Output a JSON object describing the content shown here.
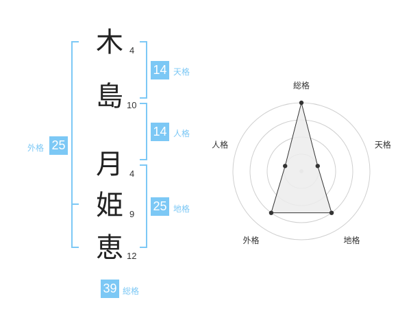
{
  "name": {
    "chars": [
      {
        "char": "木",
        "strokes": "4"
      },
      {
        "char": "島",
        "strokes": "10"
      },
      {
        "char": "月",
        "strokes": "4"
      },
      {
        "char": "姫",
        "strokes": "9"
      },
      {
        "char": "恵",
        "strokes": "12"
      }
    ]
  },
  "fortune": {
    "tenkaku": {
      "value": "14",
      "label": "天格"
    },
    "jinkaku": {
      "value": "14",
      "label": "人格"
    },
    "chikaku": {
      "value": "25",
      "label": "地格"
    },
    "gaikaku": {
      "value": "25",
      "label": "外格"
    },
    "soukaku": {
      "value": "39",
      "label": "総格"
    }
  },
  "colors": {
    "accent": "#7cc8f5",
    "text": "#333333"
  },
  "chart_data": {
    "type": "radar",
    "axes": [
      "総格",
      "天格",
      "地格",
      "外格",
      "人格"
    ],
    "rings": 4,
    "values": [
      4,
      1,
      3,
      3,
      1
    ],
    "max": 4
  }
}
